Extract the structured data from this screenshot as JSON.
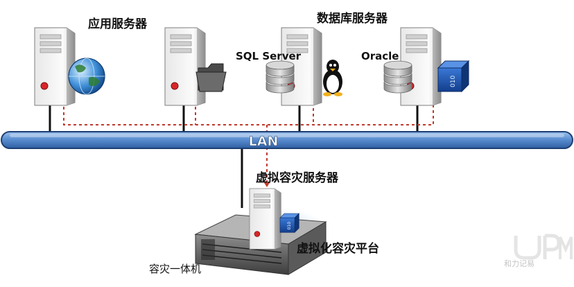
{
  "labels": {
    "app_servers": "应用服务器",
    "db_servers": "数据库服务器",
    "sql_server": "SQL Server",
    "oracle": "Oracle",
    "lan": "LAN",
    "virtual_dr_server": "虚拟容灾服务器",
    "virtualization_platform": "虚拟化容灾平台",
    "appliance": "容灾一体机",
    "watermark_chinese": "和力记易",
    "watermark_logo": "UPM"
  },
  "icons": {
    "app_server_1_badge": "globe-icon",
    "app_server_2_badge": "folder-icon",
    "db_server_1_badges": [
      "database-icon",
      "linux-penguin-icon"
    ],
    "db_server_2_badges": [
      "database-icon",
      "binary-cube-icon"
    ],
    "virtual_server_badge": "binary-cube-icon"
  },
  "colors": {
    "lan_bar": "#5b8fd0",
    "lan_border": "#1e3f73",
    "dashed_link": "#c0392b",
    "cube_blue": "#1a4aa0"
  }
}
